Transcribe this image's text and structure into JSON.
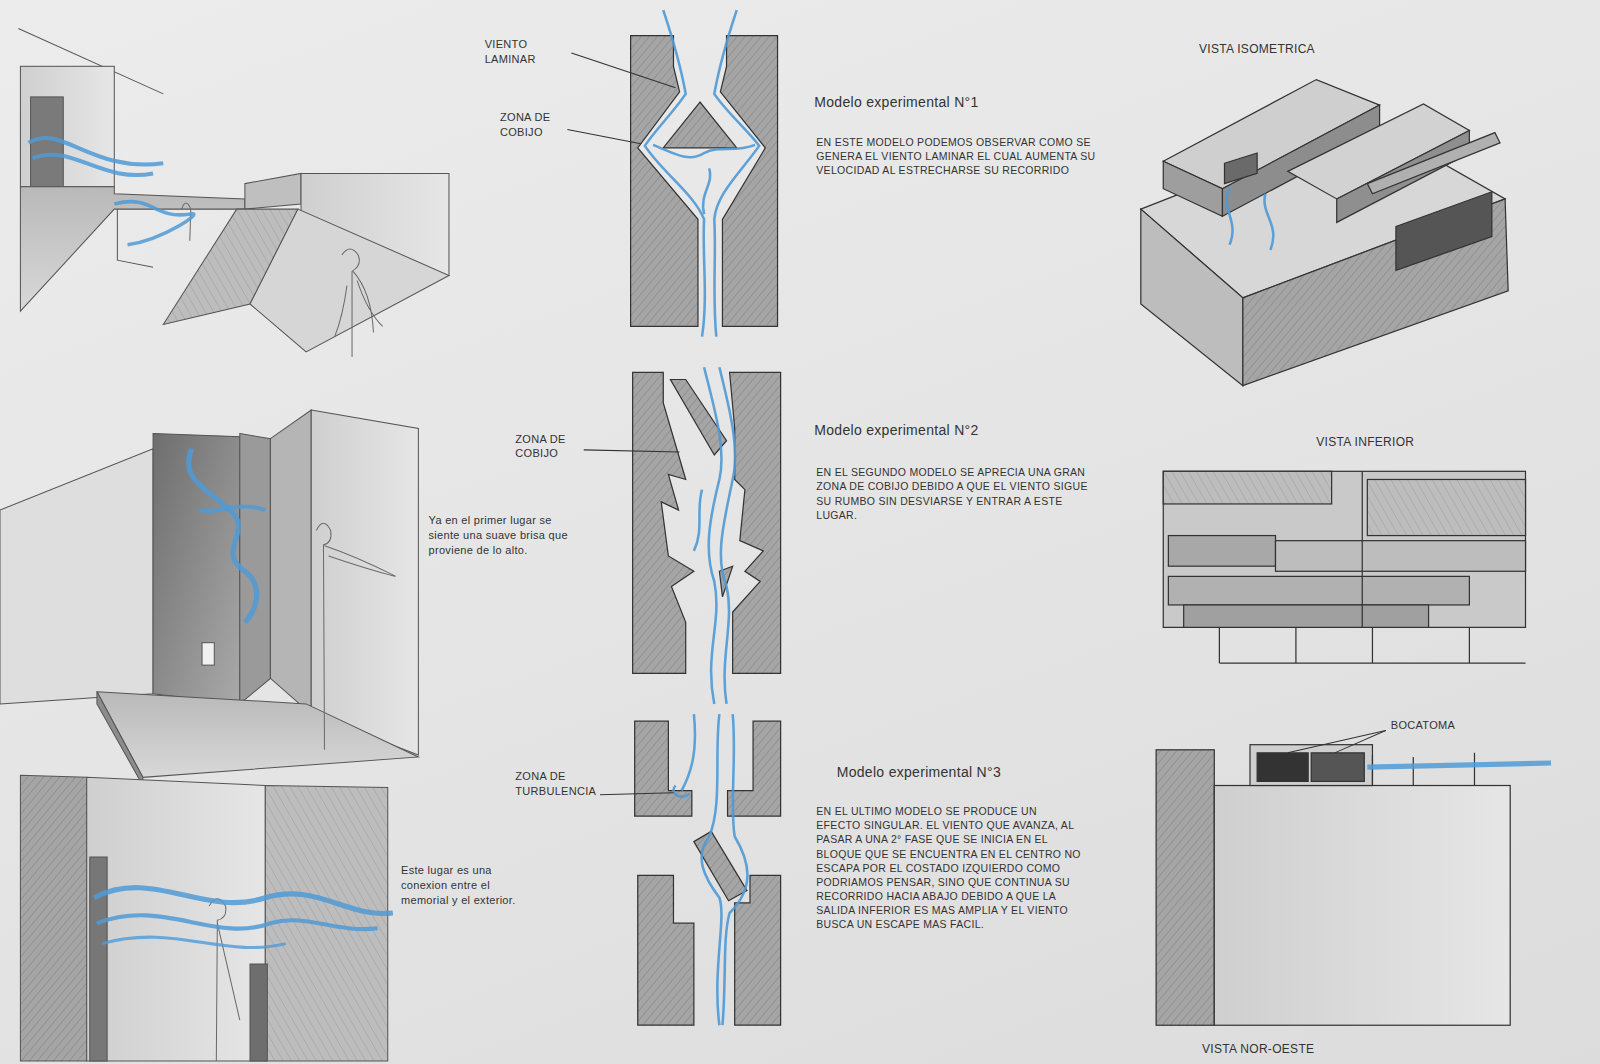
{
  "diagram": {
    "labels": [
      "VIENTO LAMINAR",
      "ZONA DE COBIJO",
      "Modelo experimental N°1",
      "EN ESTE MODELO PODEMOS OBSERVAR COMO SE GENERA EL VIENTO LAMINAR EL CUAL AUMENTA SU VELOCIDAD AL ESTRECHARSE SU RECORRIDO",
      "VISTA ISOMETRICA",
      "ZONA DE COBIJO",
      "Modelo experimental N°2",
      "EN EL SEGUNDO MODELO SE APRECIA UNA GRAN ZONA DE COBIJO DEBIDO A QUE EL VIENTO SIGUE SU RUMBO SIN DESVIARSE Y ENTRAR A ESTE LUGAR.",
      "VISTA INFERIOR",
      "Ya en el primer lugar se siente una suave brisa que proviene de lo alto.",
      "ZONA DE TURBULENCIA",
      "Modelo experimental N°3",
      "EN EL ULTIMO MODELO SE PRODUCE UN EFECTO SINGULAR. EL VIENTO QUE AVANZA, AL PASAR A UNA 2° FASE QUE SE INICIA EN EL BLOQUE QUE SE ENCUENTRA EN EL CENTRO NO ESCAPA POR EL COSTADO IZQUIERDO COMO PODRIAMOS PENSAR, SINO QUE CONTINUA SU RECORRIDO HACIA ABAJO DEBIDO A QUE LA SALIDA INFERIOR ES MAS AMPLIA Y EL VIENTO BUSCA UN ESCAPE MAS FACIL.",
      "Este lugar es una conexion entre el memorial y el exterior.",
      "BOCATOMA",
      "VISTA NOR-OESTE"
    ]
  }
}
